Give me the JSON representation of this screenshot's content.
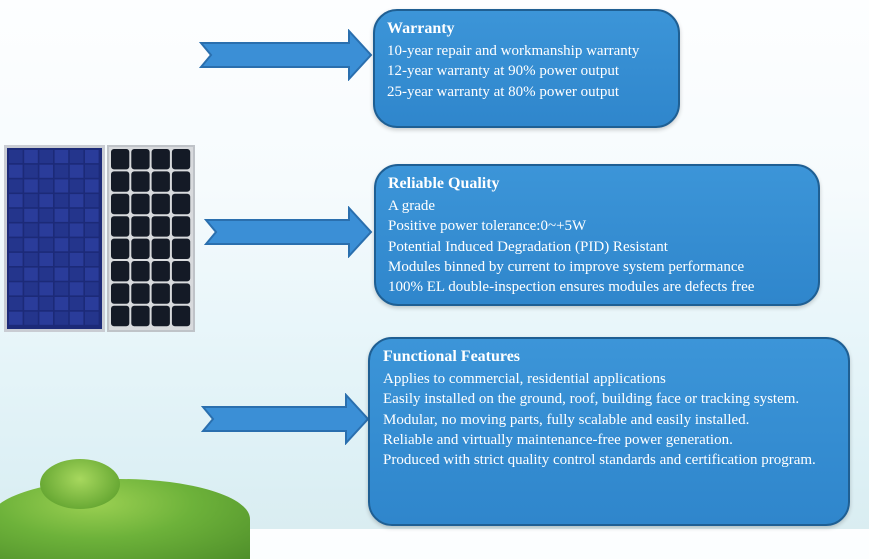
{
  "sections": [
    {
      "title": "Warranty",
      "items": [
        "10-year repair and workmanship warranty",
        "12-year warranty at 90% power output",
        "25-year warranty at 80% power output"
      ]
    },
    {
      "title": "Reliable Quality",
      "items": [
        "A grade",
        "Positive power tolerance:0~+5W",
        "Potential Induced Degradation (PID) Resistant",
        "Modules binned by current to improve system performance",
        "100% EL double-inspection ensures modules are defects free"
      ]
    },
    {
      "title": "Functional Features",
      "items": [
        "Applies to commercial, residential applications",
        "Easily installed on the ground, roof, building face or tracking system.",
        "Modular, no moving parts, fully scalable and easily installed.",
        "Reliable and virtually maintenance-free power generation.",
        "Produced with strict quality control standards and certification program."
      ]
    }
  ],
  "colors": {
    "box_fill": "#2f86cc",
    "box_border": "#1f5f93",
    "arrow_fill": "#3b8fd6",
    "text": "#ffffff"
  },
  "icons": [
    "right-arrow-icon",
    "polycrystalline-panel-image",
    "monocrystalline-panel-image"
  ]
}
